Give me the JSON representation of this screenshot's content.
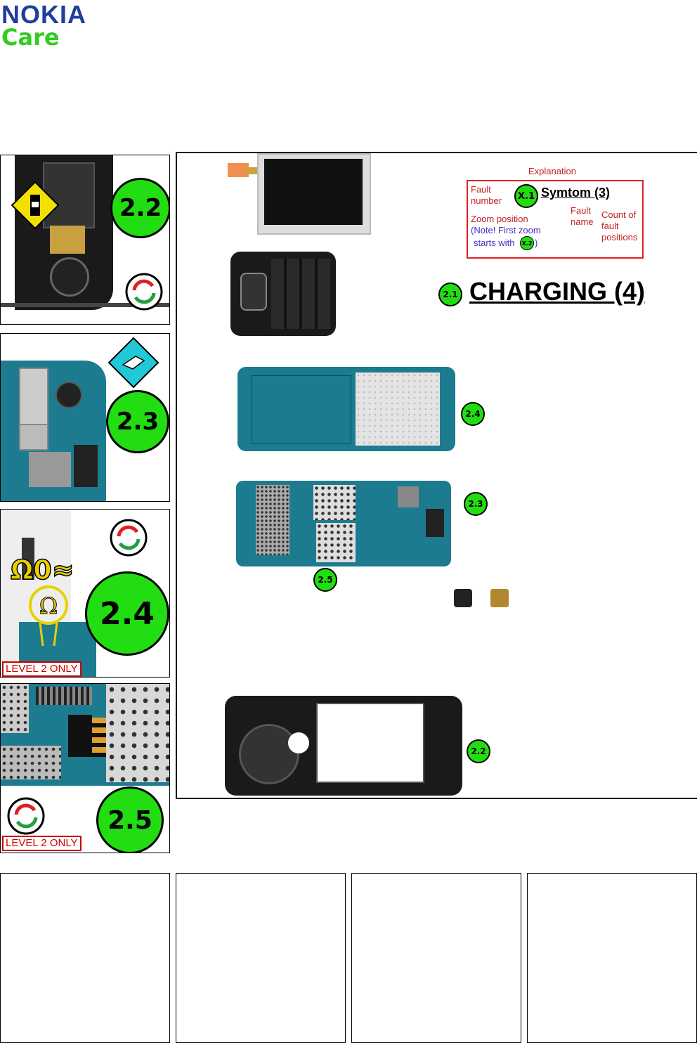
{
  "brand": {
    "nokia": "NOKIA",
    "care": "Care"
  },
  "zooms": [
    {
      "label": "2.2"
    },
    {
      "label": "2.3"
    },
    {
      "label": "2.4",
      "level": "LEVEL 2 ONLY",
      "symbols": "Ω0≈"
    },
    {
      "label": "2.5",
      "level": "LEVEL 2 ONLY"
    }
  ],
  "explanation": {
    "title": "Explanation",
    "fault_number": "Fault number",
    "marker": "X.1",
    "symptom": "Symtom (3)",
    "fault_name": "Fault name",
    "count": "Count of fault positions",
    "zoom_position": "Zoom position",
    "note": "(Note! First zoom",
    "note2": "starts with",
    "note_marker": "X.2",
    "note_end": ")"
  },
  "heading": {
    "marker": "2.1",
    "title": "CHARGING (4)"
  },
  "markers": {
    "m24": "2.4",
    "m23": "2.3",
    "m25": "2.5",
    "m22": "2.2"
  },
  "icons": [
    "esd-warning-icon",
    "rotate-icon",
    "disassembly-icon"
  ]
}
